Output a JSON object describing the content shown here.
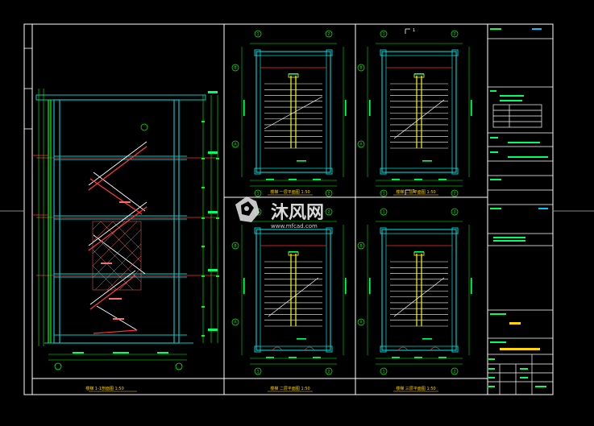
{
  "watermark": {
    "brand": "沐风网",
    "url": "www.mfcad.com"
  },
  "colors": {
    "background": "#000000",
    "frame": "#ffffff",
    "wall": "#00c8c8",
    "stairs": "#ffffff",
    "landing_accent": "#ff3030",
    "column": "#ffff00",
    "dim": "#00ff00",
    "dim_text": "#00ff66",
    "grid_circle": "#00ff00",
    "title_band": "#ffd400",
    "label": "#ff5050"
  },
  "views": [
    {
      "id": "section",
      "title": "楼梯 1-1剖面图 1:50"
    },
    {
      "id": "plan-top-left",
      "title": "楼梯 一层平面图 1:50"
    },
    {
      "id": "plan-top-right",
      "title": "楼梯 二层平面图 1:50"
    },
    {
      "id": "plan-bottom-left",
      "title": "楼梯 二层平面图 1:50"
    },
    {
      "id": "plan-bottom-right",
      "title": "楼梯 三层平面图 1:50"
    }
  ],
  "axis_labels": {
    "grid_a": "A",
    "grid_b": "B",
    "grid_1": "1",
    "grid_2": "2",
    "cut": "1"
  },
  "title_block": {
    "rows": 14
  }
}
